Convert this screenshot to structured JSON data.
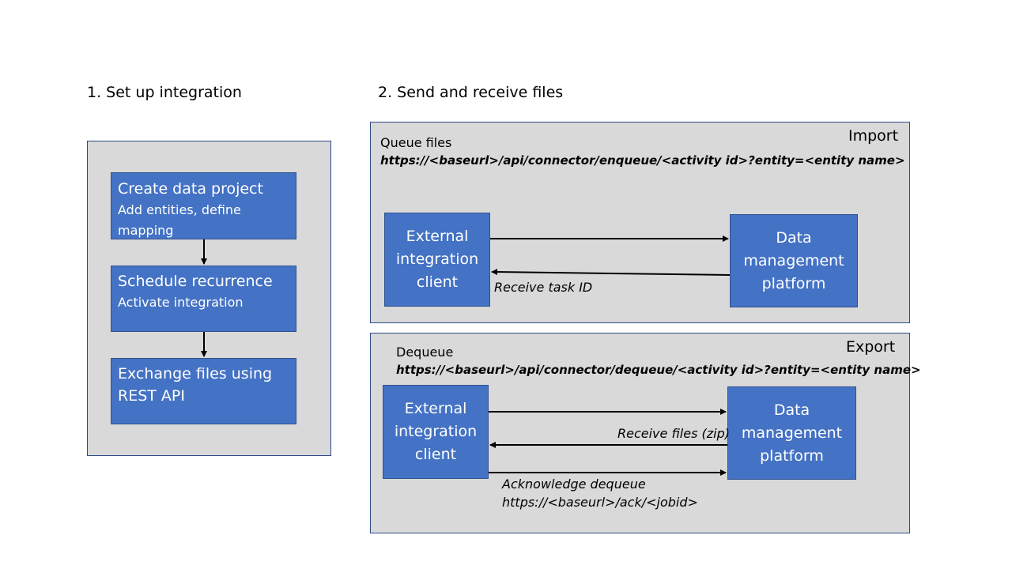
{
  "section1": {
    "title": "1.   Set up integration",
    "steps": [
      {
        "title": "Create data project",
        "subtitle": "Add entities, define mapping"
      },
      {
        "title": "Schedule recurrence",
        "subtitle": "Activate integration"
      },
      {
        "title": "Exchange files using REST API",
        "subtitle": ""
      }
    ]
  },
  "section2": {
    "title": "2. Send and receive files",
    "import": {
      "corner": "Import",
      "label": "Queue files",
      "url": "https://<baseurl>/api/connector/enqueue/<activity id>?entity=<entity name>",
      "client": "External integration client",
      "platform": "Data management platform",
      "return_label": "Receive task ID"
    },
    "export": {
      "corner": "Export",
      "label": "Dequeue",
      "url": "https://<baseurl>/api/connector/dequeue/<activity id>?entity=<entity name>",
      "client": "External integration client",
      "platform": "Data management platform",
      "return_label": "Receive files (zip)",
      "ack_label": "Acknowledge dequeue",
      "ack_url": "https://<baseurl>/ack/<jobid>"
    }
  }
}
